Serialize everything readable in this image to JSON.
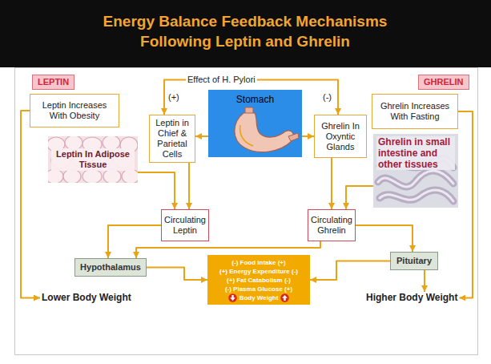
{
  "diagram": {
    "title": "Energy Balance Feedback Mechanisms Following Leptin and Ghrelin",
    "nodes": [
      {
        "text": [
          "LEPTIN"
        ]
      },
      {
        "text": [
          "Effect of H. Pylori"
        ]
      },
      {
        "text": [
          "GHRELIN"
        ]
      },
      {
        "text": [
          "Leptin Increases With Obesity"
        ]
      },
      {
        "text": [
          "Leptin in Chief & Parietal Cells"
        ]
      },
      {
        "text": [
          "Stomach"
        ]
      },
      {
        "text": [
          "Ghrelin In Oxyntic Glands"
        ]
      },
      {
        "text": [
          "Ghrelin Increases With Fasting"
        ]
      },
      {
        "text": [
          "Leptin In Adipose Tissue"
        ]
      },
      {
        "text": [
          "Ghrelin in small intestine and other tissues"
        ]
      },
      {
        "text": [
          "Circulating Leptin"
        ]
      },
      {
        "text": [
          "Circulating Ghrelin"
        ]
      },
      {
        "text": [
          "Hypothalamus"
        ]
      },
      {
        "text": [
          "Pituitary"
        ]
      },
      {
        "text": [
          "(-) Food Intake (+)",
          "(+) Energy Expenditure (-)",
          "(+) Fat Catabolism (-)",
          "(-) Plasma Glucose (+)",
          "Body Weight"
        ]
      },
      {
        "text": [
          "Lower Body Weight"
        ]
      },
      {
        "text": [
          "Higher Body Weight"
        ]
      }
    ],
    "edges": [
      {
        "from": 1,
        "to": 4,
        "label": "(+)",
        "arrow": "to"
      },
      {
        "from": 1,
        "to": 6,
        "label": "(-)",
        "arrow": "to"
      },
      {
        "from": 5,
        "to": 4,
        "arrow": "to"
      },
      {
        "from": 5,
        "to": 6,
        "arrow": "to"
      },
      {
        "from": 3,
        "to": 15,
        "arrow": "to"
      },
      {
        "from": 8,
        "to": 10,
        "arrow": "to"
      },
      {
        "from": 4,
        "to": 10,
        "arrow": "to"
      },
      {
        "from": 6,
        "to": 11,
        "arrow": "to"
      },
      {
        "from": 9,
        "to": 11,
        "arrow": "to"
      },
      {
        "from": 10,
        "to": 12,
        "arrow": "to"
      },
      {
        "from": 11,
        "to": 12,
        "arrow": "to"
      },
      {
        "from": 11,
        "to": 13,
        "arrow": "to"
      },
      {
        "from": 12,
        "to": 14,
        "arrow": "to"
      },
      {
        "from": 13,
        "to": 14,
        "arrow": "to"
      },
      {
        "from": 13,
        "to": 16,
        "arrow": "to"
      },
      {
        "from": 7,
        "to": 16,
        "arrow": "to"
      }
    ]
  }
}
